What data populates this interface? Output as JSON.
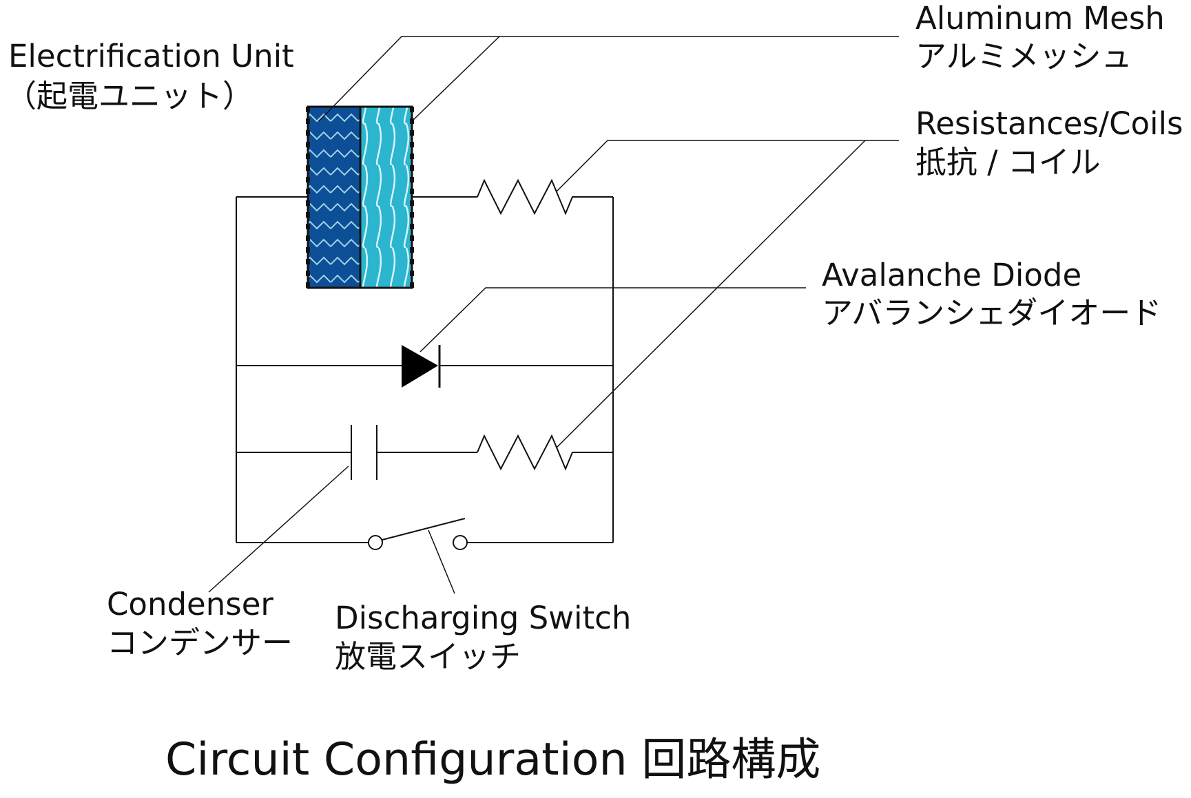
{
  "title": "Circuit Configuration 回路構成",
  "labels": {
    "electrification_unit": {
      "en": "Electrification Unit",
      "jp": "（起電ユニット）"
    },
    "aluminum_mesh": {
      "en": "Aluminum Mesh",
      "jp": "アルミメッシュ"
    },
    "resistances_coils": {
      "en": "Resistances/Coils",
      "jp": "抵抗 / コイル"
    },
    "avalanche_diode": {
      "en": "Avalanche Diode",
      "jp": "アバランシェダイオード"
    },
    "condenser": {
      "en": "Condenser",
      "jp": "コンデンサー"
    },
    "discharging_switch": {
      "en": "Discharging Switch",
      "jp": "放電スイッチ"
    }
  },
  "colors": {
    "line": "#111111",
    "unit_dark_blue": "#0d4f96",
    "unit_light_blue": "#2bb5cf",
    "pattern_light": "#9fd3e8",
    "diode_fill": "#000000"
  }
}
